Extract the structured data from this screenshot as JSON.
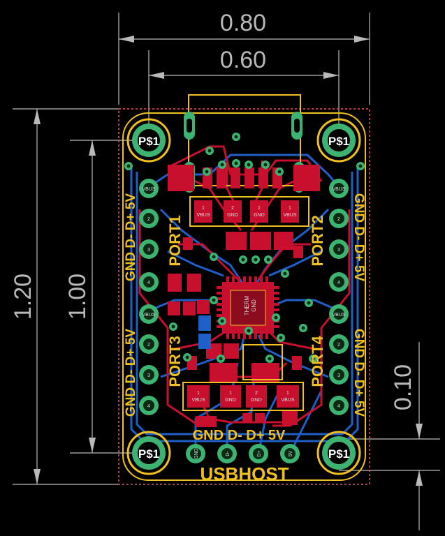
{
  "dimensions": {
    "width_outer": "0.80",
    "width_inner": "0.60",
    "height_outer": "1.20",
    "height_inner": "1.00",
    "edge_offset": "0.10"
  },
  "silkscreen": {
    "board_name": "USBHOST",
    "port1": "PORT1",
    "port2": "PORT2",
    "port3": "PORT3",
    "port4": "PORT4",
    "left_upper": "GND D- D+ 5V",
    "left_lower": "GND D- D+ 5V",
    "right_upper": "GND D- D+ 5V",
    "right_lower": "GND D- D+ 5V",
    "bottom_header": "GND D- D+ 5V",
    "mount_hole": "P$1",
    "chip_therm": "THERM",
    "chip_gnd": "GND"
  },
  "pads": {
    "left_column": [
      "VBUS",
      "2",
      "3",
      "4",
      "VBUS",
      "2",
      "3",
      "4"
    ],
    "right_column": [
      "VBUS",
      "2",
      "3",
      "4",
      "VBUS",
      "2",
      "3",
      "4"
    ],
    "bottom_row": [
      "GND",
      "D-",
      "D+",
      "5V"
    ],
    "top_connector": [
      {
        "num": "1",
        "net": "VBUS"
      },
      {
        "num": "2",
        "net": "GND"
      },
      {
        "num": "1",
        "net": "GND"
      },
      {
        "num": "1",
        "net": "VBUS"
      }
    ],
    "bottom_connector": [
      {
        "num": "1",
        "net": "VBUS"
      },
      {
        "num": "1",
        "net": "GND"
      },
      {
        "num": "2",
        "net": "GND"
      },
      {
        "num": "1",
        "net": "VBUS"
      }
    ]
  },
  "colors": {
    "background": "#000000",
    "dimension": "#b9b9b9",
    "silkscreen": "#f0c020",
    "copper_top": "#c8102e",
    "copper_bottom": "#1f5fc8",
    "pad": "#3cb371",
    "outline": "#e0556a"
  }
}
